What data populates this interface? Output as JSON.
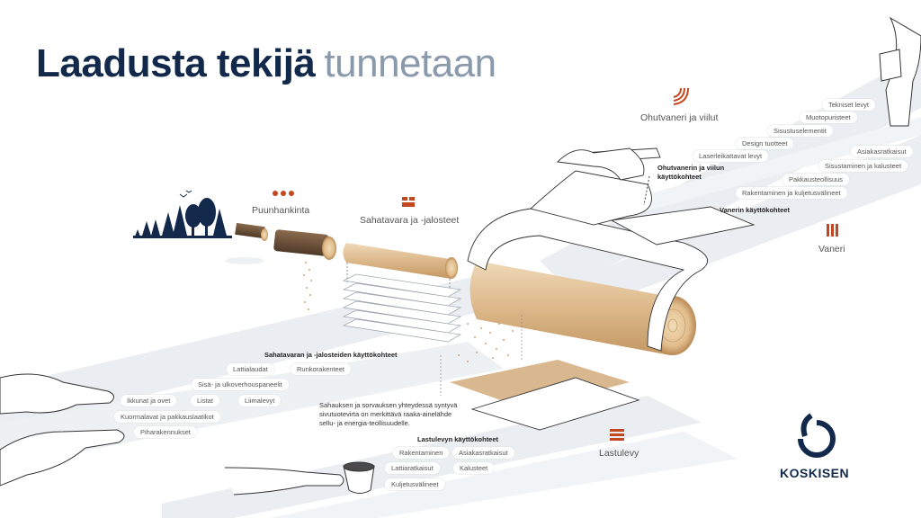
{
  "title": {
    "bold": "Laadusta tekijä",
    "light": "tunnetaan"
  },
  "sections": {
    "harvesting": "Puunhankinta",
    "sawn": "Sahatavara ja -jalosteet",
    "veneer": "Ohutvaneri ja viilut",
    "plywood": "Vaneri",
    "particle": "Lastulevy"
  },
  "veneer_uses": {
    "heading": "Ohutvanerin ja viilun käyttökohteet",
    "items": [
      "Tekniset levyt",
      "Muotopuristeet",
      "Sisustuselementit",
      "Design tuotteet",
      "Laserleikattavat levyt"
    ]
  },
  "plywood_uses": {
    "heading": "Vanerin käyttökohteet",
    "items": [
      "Asiakasratkaisut",
      "Sisustaminen ja kalusteet",
      "Pakkausteollisuus",
      "Rakentaminen ja kuljetusvälineet"
    ]
  },
  "sawn_uses": {
    "heading": "Sahatavaran ja -jalosteiden käyttökohteet",
    "items": [
      "Lattialaudat",
      "Runkorakenteet",
      "Sisä- ja ulkoverhouspaneelit",
      "Ikkunat ja ovet",
      "Listat",
      "Liimalevyt",
      "Kuormalavat ja pakkauslaatikot",
      "Piharakennukset"
    ]
  },
  "particle_uses": {
    "heading": "Lastulevyn käyttökohteet",
    "items": [
      "Rakentaminen",
      "Asiakasratkaisut",
      "Lattiaratkaisut",
      "Kalusteet",
      "Kuljetusvälineet"
    ]
  },
  "byproduct_note": "Sahauksen ja sorvauksen yhteydessä syntyvä sivutuotevirta on merkittävä raaka-ainelähde sellu- ja energia-teollisuudelle.",
  "logo": {
    "name": "KOSKISEN"
  },
  "colors": {
    "navy": "#13294b",
    "accent": "#c4481f",
    "band": "#e9edf1",
    "subtitle": "#8a9aac",
    "wood": "#dcb88a"
  },
  "icons": {
    "harvesting": "three-dots-icon",
    "sawn": "stacked-boards-icon",
    "veneer": "veneer-waves-icon",
    "plywood": "plywood-layers-icon",
    "particle": "particle-board-icon"
  }
}
